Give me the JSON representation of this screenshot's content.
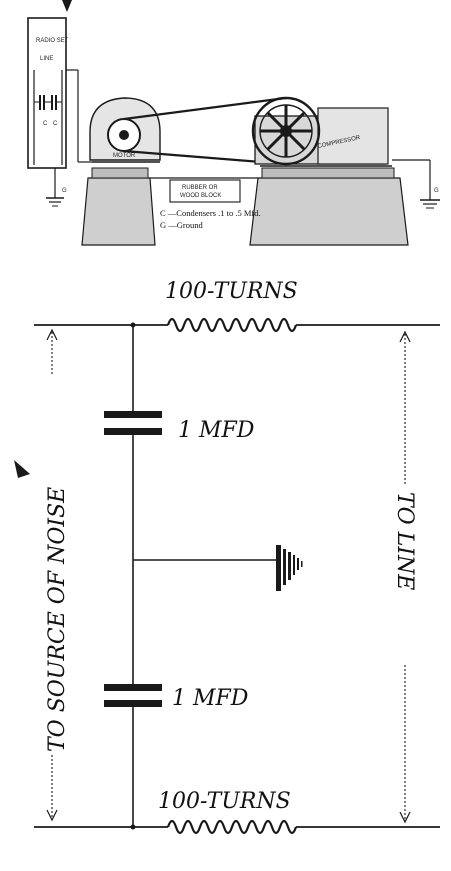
{
  "top_figure": {
    "box_label": "RADIO SET",
    "lead_label": "LINE",
    "motor_label": "MOTOR",
    "compressor_label": "COMPRESSOR",
    "block_label_1": "RUBBER OR",
    "block_label_2": "WOOD BLOCK",
    "cond_left": "C",
    "cond_right": "C",
    "ground_mark_left": "G",
    "ground_mark_right": "G",
    "legend_c": "C —Condensers .1 to .5 Mfd.",
    "legend_g": "G —Ground"
  },
  "schematic": {
    "coil_top_label": "100-TURNS",
    "coil_bottom_label": "100-TURNS",
    "cap_top_label": "1 MFD",
    "cap_bottom_label": "1 MFD",
    "left_side_label": "TO SOURCE OF NOISE",
    "right_side_label": "TO LINE"
  },
  "colors": {
    "ink": "#1a1a1a",
    "paper": "#ffffff"
  }
}
